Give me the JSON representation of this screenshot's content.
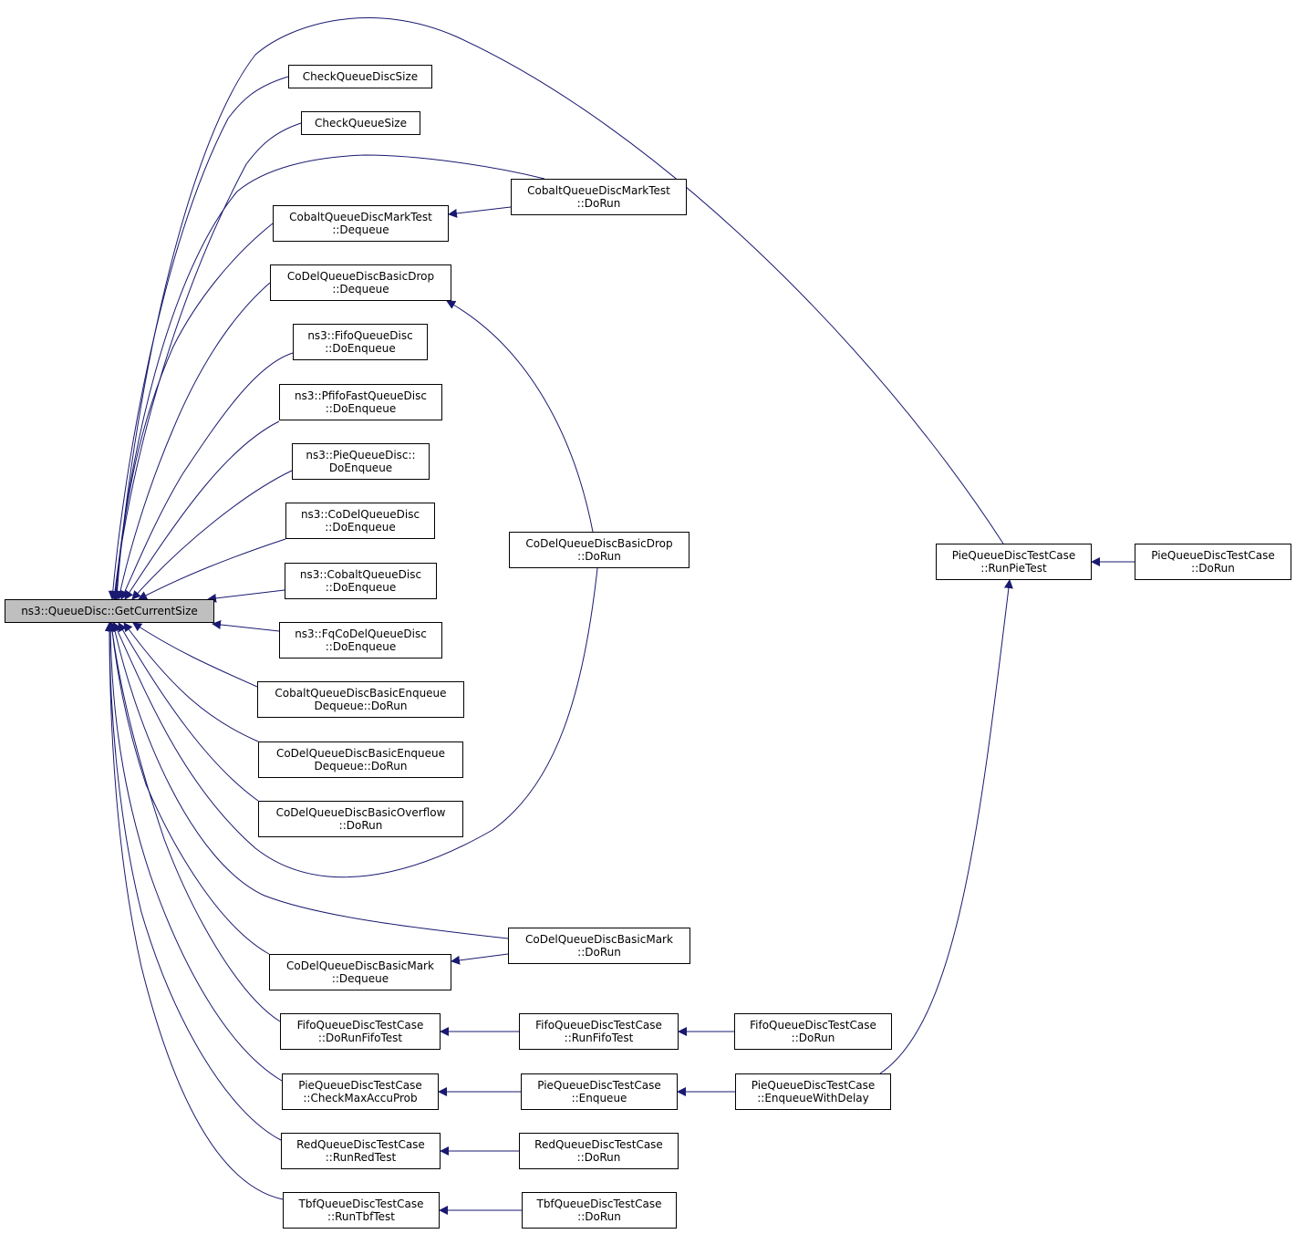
{
  "graph": {
    "colors": {
      "edge": "#191970",
      "focus_fill": "#bfbfbf",
      "node_fill": "#ffffff",
      "node_border": "#000000"
    },
    "nodes": [
      {
        "id": "root",
        "lines": [
          "ns3::QueueDisc::GetCurrentSize"
        ],
        "focus": true
      },
      {
        "id": "check_qd_size",
        "lines": [
          "CheckQueueDiscSize"
        ]
      },
      {
        "id": "check_q_size",
        "lines": [
          "CheckQueueSize"
        ]
      },
      {
        "id": "cobalt_mark_dequeue",
        "lines": [
          "CobaltQueueDiscMarkTest",
          "::Dequeue"
        ]
      },
      {
        "id": "cobalt_mark_dorun",
        "lines": [
          "CobaltQueueDiscMarkTest",
          "::DoRun"
        ]
      },
      {
        "id": "codel_drop_dequeue",
        "lines": [
          "CoDelQueueDiscBasicDrop",
          "::Dequeue"
        ]
      },
      {
        "id": "fifo_doenqueue",
        "lines": [
          "ns3::FifoQueueDisc",
          "::DoEnqueue"
        ]
      },
      {
        "id": "pfifo_doenqueue",
        "lines": [
          "ns3::PfifoFastQueueDisc",
          "::DoEnqueue"
        ]
      },
      {
        "id": "pie_doenqueue",
        "lines": [
          "ns3::PieQueueDisc::",
          "DoEnqueue"
        ]
      },
      {
        "id": "codel_doenqueue",
        "lines": [
          "ns3::CoDelQueueDisc",
          "::DoEnqueue"
        ]
      },
      {
        "id": "cobalt_doenqueue",
        "lines": [
          "ns3::CobaltQueueDisc",
          "::DoEnqueue"
        ]
      },
      {
        "id": "fqcodel_doenqueue",
        "lines": [
          "ns3::FqCoDelQueueDisc",
          "::DoEnqueue"
        ]
      },
      {
        "id": "cobalt_enq_deq",
        "lines": [
          "CobaltQueueDiscBasicEnqueue",
          "Dequeue::DoRun"
        ]
      },
      {
        "id": "codel_enq_deq",
        "lines": [
          "CoDelQueueDiscBasicEnqueue",
          "Dequeue::DoRun"
        ]
      },
      {
        "id": "codel_overflow",
        "lines": [
          "CoDelQueueDiscBasicOverflow",
          "::DoRun"
        ]
      },
      {
        "id": "codel_drop_dorun",
        "lines": [
          "CoDelQueueDiscBasicDrop",
          "::DoRun"
        ]
      },
      {
        "id": "codel_mark_dorun",
        "lines": [
          "CoDelQueueDiscBasicMark",
          "::DoRun"
        ]
      },
      {
        "id": "codel_mark_dequeue",
        "lines": [
          "CoDelQueueDiscBasicMark",
          "::Dequeue"
        ]
      },
      {
        "id": "fifo_dorunfifotest",
        "lines": [
          "FifoQueueDiscTestCase",
          "::DoRunFifoTest"
        ]
      },
      {
        "id": "fifo_runfifotest",
        "lines": [
          "FifoQueueDiscTestCase",
          "::RunFifoTest"
        ]
      },
      {
        "id": "fifo_tc_dorun",
        "lines": [
          "FifoQueueDiscTestCase",
          "::DoRun"
        ]
      },
      {
        "id": "pie_checkmax",
        "lines": [
          "PieQueueDiscTestCase",
          "::CheckMaxAccuProb"
        ]
      },
      {
        "id": "pie_enqueue",
        "lines": [
          "PieQueueDiscTestCase",
          "::Enqueue"
        ]
      },
      {
        "id": "pie_enqdelay",
        "lines": [
          "PieQueueDiscTestCase",
          "::EnqueueWithDelay"
        ]
      },
      {
        "id": "pie_runpietest",
        "lines": [
          "PieQueueDiscTestCase",
          "::RunPieTest"
        ]
      },
      {
        "id": "pie_tc_dorun",
        "lines": [
          "PieQueueDiscTestCase",
          "::DoRun"
        ]
      },
      {
        "id": "red_runredtest",
        "lines": [
          "RedQueueDiscTestCase",
          "::RunRedTest"
        ]
      },
      {
        "id": "red_tc_dorun",
        "lines": [
          "RedQueueDiscTestCase",
          "::DoRun"
        ]
      },
      {
        "id": "tbf_runtbftest",
        "lines": [
          "TbfQueueDiscTestCase",
          "::RunTbfTest"
        ]
      },
      {
        "id": "tbf_tc_dorun",
        "lines": [
          "TbfQueueDiscTestCase",
          "::DoRun"
        ]
      }
    ],
    "edges": [
      {
        "from": "check_qd_size",
        "to": "root"
      },
      {
        "from": "check_q_size",
        "to": "root"
      },
      {
        "from": "cobalt_mark_dequeue",
        "to": "root"
      },
      {
        "from": "cobalt_mark_dorun",
        "to": "root"
      },
      {
        "from": "cobalt_mark_dorun",
        "to": "cobalt_mark_dequeue"
      },
      {
        "from": "codel_drop_dequeue",
        "to": "root"
      },
      {
        "from": "codel_drop_dorun",
        "to": "root"
      },
      {
        "from": "codel_drop_dorun",
        "to": "codel_drop_dequeue"
      },
      {
        "from": "fifo_doenqueue",
        "to": "root"
      },
      {
        "from": "pfifo_doenqueue",
        "to": "root"
      },
      {
        "from": "pie_doenqueue",
        "to": "root"
      },
      {
        "from": "codel_doenqueue",
        "to": "root"
      },
      {
        "from": "cobalt_doenqueue",
        "to": "root"
      },
      {
        "from": "fqcodel_doenqueue",
        "to": "root"
      },
      {
        "from": "cobalt_enq_deq",
        "to": "root"
      },
      {
        "from": "codel_enq_deq",
        "to": "root"
      },
      {
        "from": "codel_overflow",
        "to": "root"
      },
      {
        "from": "codel_mark_dequeue",
        "to": "root"
      },
      {
        "from": "codel_mark_dorun",
        "to": "root"
      },
      {
        "from": "codel_mark_dorun",
        "to": "codel_mark_dequeue"
      },
      {
        "from": "fifo_dorunfifotest",
        "to": "root"
      },
      {
        "from": "fifo_runfifotest",
        "to": "fifo_dorunfifotest"
      },
      {
        "from": "fifo_tc_dorun",
        "to": "fifo_runfifotest"
      },
      {
        "from": "pie_checkmax",
        "to": "root"
      },
      {
        "from": "pie_enqueue",
        "to": "pie_checkmax"
      },
      {
        "from": "pie_enqdelay",
        "to": "pie_enqueue"
      },
      {
        "from": "pie_enqdelay",
        "to": "pie_runpietest"
      },
      {
        "from": "pie_runpietest",
        "to": "root"
      },
      {
        "from": "pie_tc_dorun",
        "to": "pie_runpietest"
      },
      {
        "from": "red_runredtest",
        "to": "root"
      },
      {
        "from": "red_tc_dorun",
        "to": "red_runredtest"
      },
      {
        "from": "tbf_runtbftest",
        "to": "root"
      },
      {
        "from": "tbf_tc_dorun",
        "to": "tbf_runtbftest"
      }
    ]
  }
}
